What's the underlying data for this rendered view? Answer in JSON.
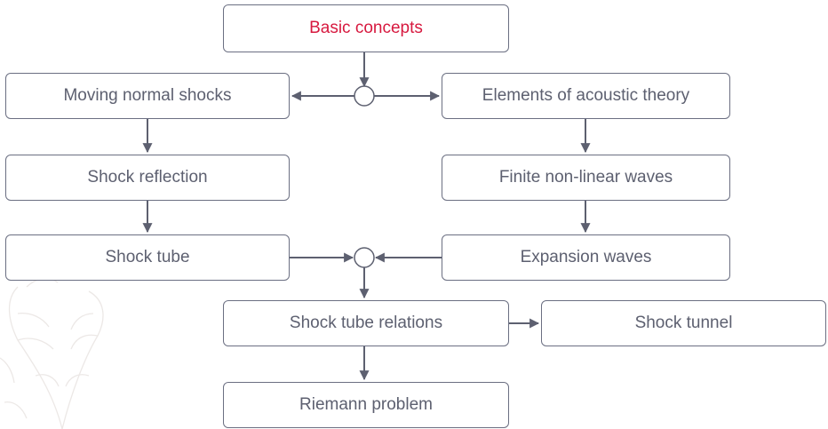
{
  "diagram": {
    "nodes": {
      "basic_concepts": "Basic concepts",
      "moving_normal_shocks": "Moving normal shocks",
      "acoustic_theory": "Elements of acoustic theory",
      "shock_reflection": "Shock reflection",
      "finite_waves": "Finite non-linear waves",
      "shock_tube": "Shock tube",
      "expansion_waves": "Expansion waves",
      "shock_tube_relations": "Shock tube relations",
      "shock_tunnel": "Shock tunnel",
      "riemann_problem": "Riemann problem"
    },
    "edges": [
      [
        "basic_concepts",
        "junction-top"
      ],
      [
        "junction-top",
        "moving_normal_shocks"
      ],
      [
        "junction-top",
        "acoustic_theory"
      ],
      [
        "moving_normal_shocks",
        "shock_reflection"
      ],
      [
        "shock_reflection",
        "shock_tube"
      ],
      [
        "acoustic_theory",
        "finite_waves"
      ],
      [
        "finite_waves",
        "expansion_waves"
      ],
      [
        "shock_tube",
        "junction-bottom"
      ],
      [
        "expansion_waves",
        "junction-bottom"
      ],
      [
        "junction-bottom",
        "shock_tube_relations"
      ],
      [
        "shock_tube_relations",
        "shock_tunnel"
      ],
      [
        "shock_tube_relations",
        "riemann_problem"
      ]
    ],
    "colors": {
      "title_text": "#d7193f",
      "node_text": "#5d6070",
      "border": "#6b6f82",
      "connector": "#5d6070"
    }
  }
}
